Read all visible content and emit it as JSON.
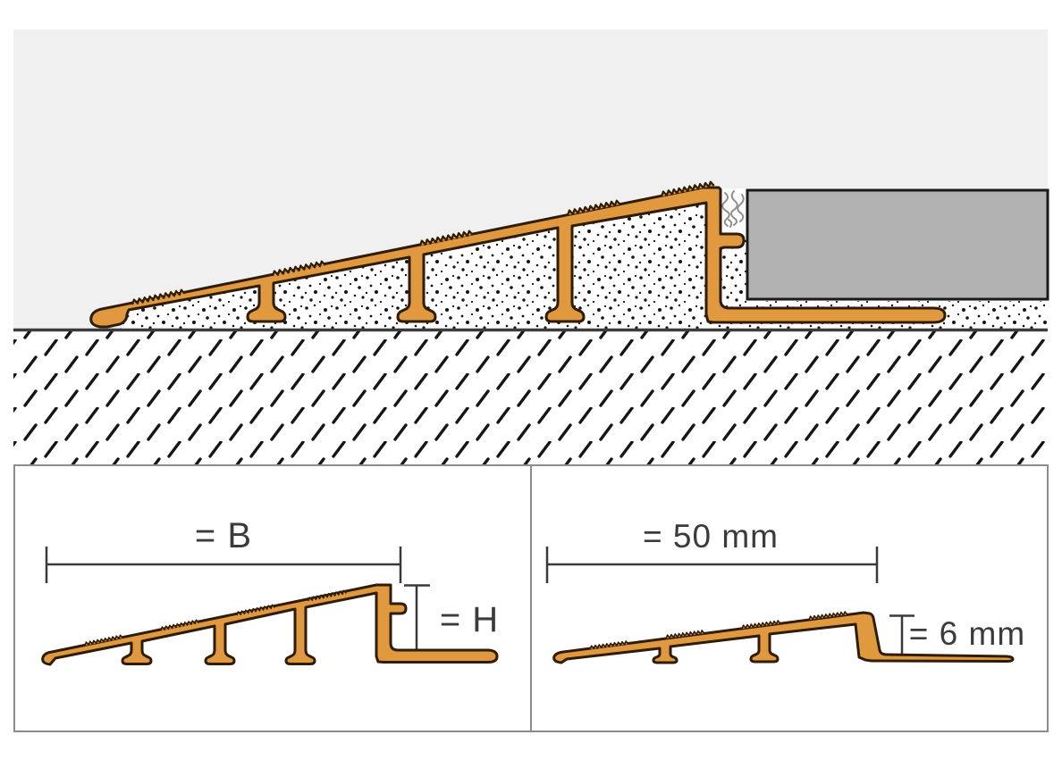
{
  "panels": {
    "left_detail": {
      "width_label": "= B",
      "height_label": "= H"
    },
    "right_detail": {
      "width_label": "= 50 mm",
      "height_label": "= 6 mm"
    }
  },
  "colors": {
    "profile-orange": "#e0993e",
    "profile-outline": "#2e1c05",
    "tile-gray": "#b1b1b1",
    "panel-bg": "#f0f0f1",
    "line-dark": "#1a1a1a",
    "substrate-line": "#3c3c3c",
    "border-gray": "#8c8c8c",
    "dim-color": "#3a3a3a",
    "grout-squiggle": "#8f8f8f",
    "mortar-speckle": "#151515",
    "page-bg": "#ffffff"
  }
}
